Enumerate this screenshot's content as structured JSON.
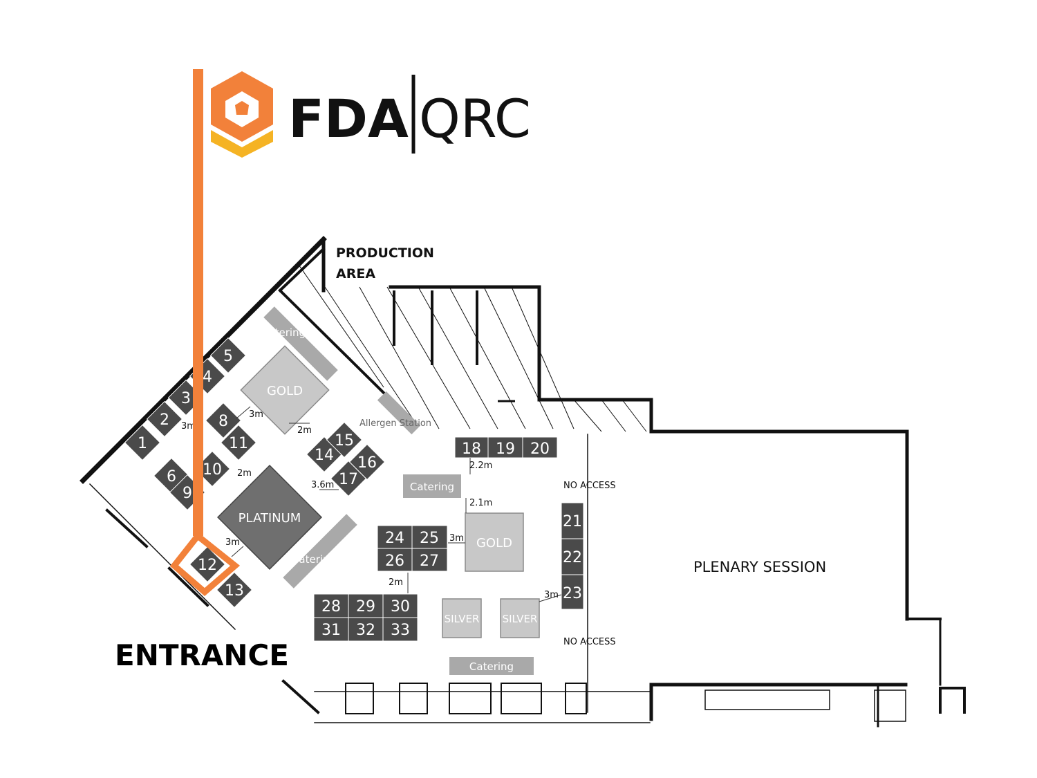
{
  "logo": {
    "brand_left": "FDA",
    "brand_right": "QRC",
    "primary_color": "#f2813a",
    "accent_color": "#f5b324"
  },
  "labels": {
    "production_area_1": "PRODUCTION",
    "production_area_2": "AREA",
    "entrance": "ENTRANCE",
    "plenary": "PLENARY SESSION",
    "no_access_top": "NO ACCESS",
    "no_access_bottom": "NO ACCESS",
    "allergen_station": "Allergen Station"
  },
  "zones": {
    "gold_left": "GOLD",
    "gold_right": "GOLD",
    "platinum": "PLATINUM",
    "silver_1": "SILVER",
    "silver_2": "SILVER"
  },
  "catering": [
    "Catering",
    "Catering",
    "Catering",
    "Catering"
  ],
  "booths": {
    "b1": "1",
    "b2": "2",
    "b3": "3",
    "b4": "4",
    "b5": "5",
    "b6": "6",
    "b8": "8",
    "b9": "9",
    "b10": "10",
    "b11": "11",
    "b12": "12",
    "b13": "13",
    "b14": "14",
    "b15": "15",
    "b16": "16",
    "b17": "17",
    "b18": "18",
    "b19": "19",
    "b20": "20",
    "b21": "21",
    "b22": "22",
    "b23": "23",
    "b24": "24",
    "b25": "25",
    "b26": "26",
    "b27": "27",
    "b28": "28",
    "b29": "29",
    "b30": "30",
    "b31": "31",
    "b32": "32",
    "b33": "33"
  },
  "distances": {
    "d3m_a": "3m",
    "d3m_b": "3m",
    "d2m_a": "2m",
    "d2m_b": "2m",
    "d3_6m": "3.6m",
    "d2_2m": "2.2m",
    "d2_1m": "2.1m",
    "d3m_c": "3m",
    "d3m_d": "3m",
    "d2m_c": "2m",
    "d3m_e": "3m"
  },
  "colors": {
    "booth": "#4a4a4a",
    "zone": "#c8c8c8",
    "catering": "#a9a9a9",
    "path": "#f2813a"
  }
}
